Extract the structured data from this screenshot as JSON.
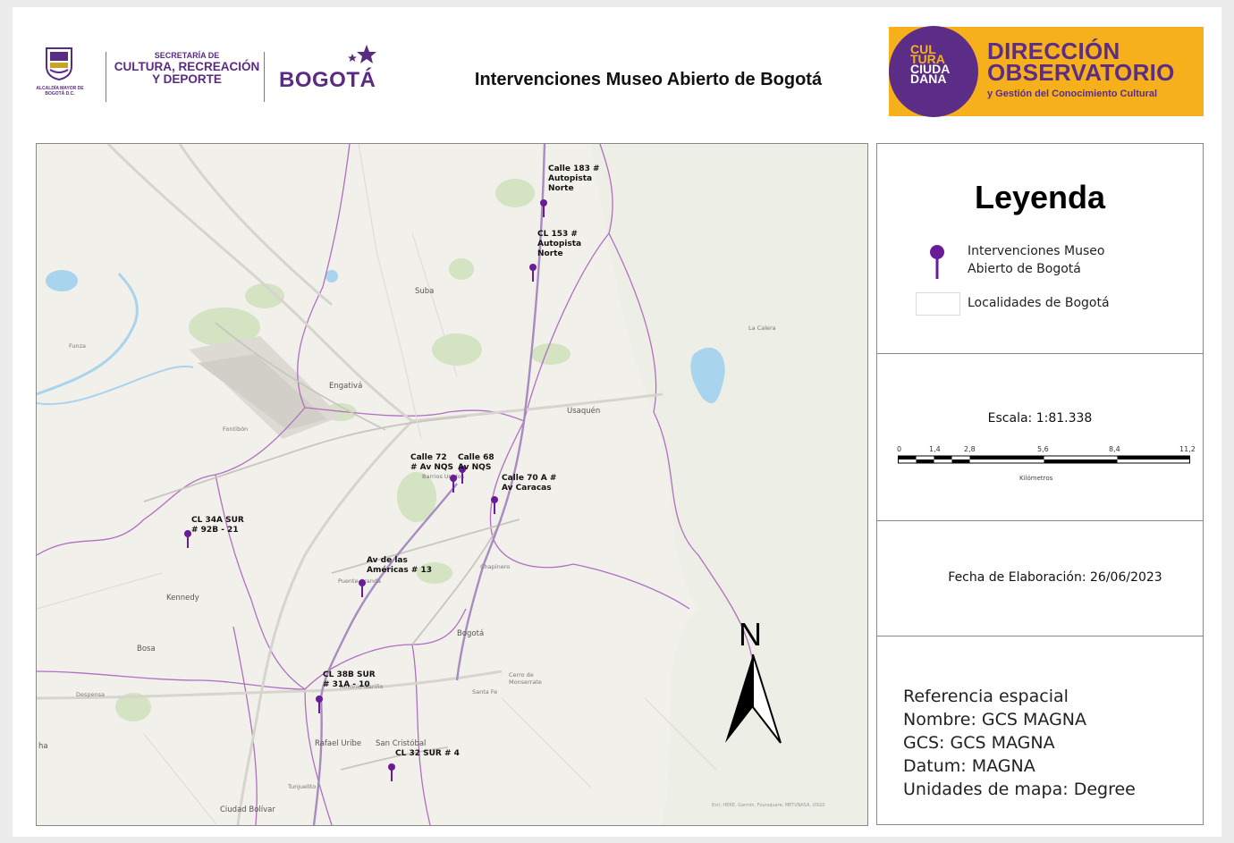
{
  "header": {
    "escudo_caption": "ALCALDÍA MAYOR DE BOGOTÁ D.C.",
    "secretaria_top": "SECRETARÍA DE",
    "secretaria_line1": "CULTURA, RECREACIÓN",
    "secretaria_line2": "Y DEPORTE",
    "bogota_logo": "BOGOTÁ",
    "title": "Intervenciones Museo Abierto de Bogotá",
    "cultura_logo": [
      "CUL",
      "TURA",
      "CIUDA",
      "DANA"
    ],
    "direccion_line1": "DIRECCIÓN",
    "direccion_line2": "OBSERVATORIO",
    "direccion_line3": "y Gestión del Conocimiento Cultural"
  },
  "map": {
    "places": {
      "suba": "Suba",
      "funza": "Funza",
      "engativa": "Engativá",
      "fontibon": "Fontibón",
      "usaquen": "Usaquén",
      "la_calera": "La Calera",
      "barrios_unidos": "Barrios Unidos",
      "chapinero": "Chapinero",
      "kennedy": "Kennedy",
      "puente_aranda": "Puente Aranda",
      "bosa": "Bosa",
      "bogota": "Bogotá",
      "cerro_monserrate": "Cerro de Monserrate",
      "santa_fe": "Santa Fe",
      "despensa": "Despensa",
      "antonio_narino": "Antonio Nariño",
      "rafael_uribe": "Rafael Uribe",
      "san_cristobal": "San Cristóbal",
      "ha": "ha",
      "tunjuelito": "Tunjuelito",
      "ciudad_bolivar": "Ciudad Bolívar"
    },
    "points": [
      {
        "label": "Calle 183 #\nAutopista\nNorte"
      },
      {
        "label": "CL 153 #\nAutopista\nNorte"
      },
      {
        "label": "Calle 72\n# Av NQS"
      },
      {
        "label": "Calle 68\nAv NQS"
      },
      {
        "label": "Calle 70 A #\nAv Caracas"
      },
      {
        "label": "CL 34A SUR\n# 92B - 21"
      },
      {
        "label": "Av de las\nAméricas # 13"
      },
      {
        "label": "CL 38B SUR\n# 31A - 10"
      },
      {
        "label": "CL 32 SUR # 4"
      }
    ],
    "north_label": "N",
    "attribution": "Esri, HERE, Garmin, Foursquare, METI/NASA, USGS"
  },
  "legend": {
    "title": "Leyenda",
    "items": [
      {
        "label": "Intervenciones Museo\nAbierto de Bogotá",
        "icon": "purple-pin-icon",
        "color": "#6a1b9a"
      },
      {
        "label": "Localidades de Bogotá",
        "icon": "polygon-swatch-icon",
        "color": "#ffffff"
      }
    ]
  },
  "scale": {
    "title": "Escala: 1:81.338",
    "ticks": [
      "0",
      "1,4",
      "2,8",
      "5,6",
      "8,4",
      "11,2"
    ],
    "unit": "Kilómetros"
  },
  "fecha": "Fecha de Elaboración: 26/06/2023",
  "referencia": {
    "title": "Referencia espacial",
    "nombre": "Nombre: GCS MAGNA",
    "gcs": "GCS: GCS MAGNA",
    "datum": "Datum: MAGNA",
    "unidades": "Unidades de mapa: Degree"
  },
  "colors": {
    "brand_purple": "#5b2d86",
    "brand_orange": "#f6b01c",
    "pin": "#6a1b9a"
  }
}
